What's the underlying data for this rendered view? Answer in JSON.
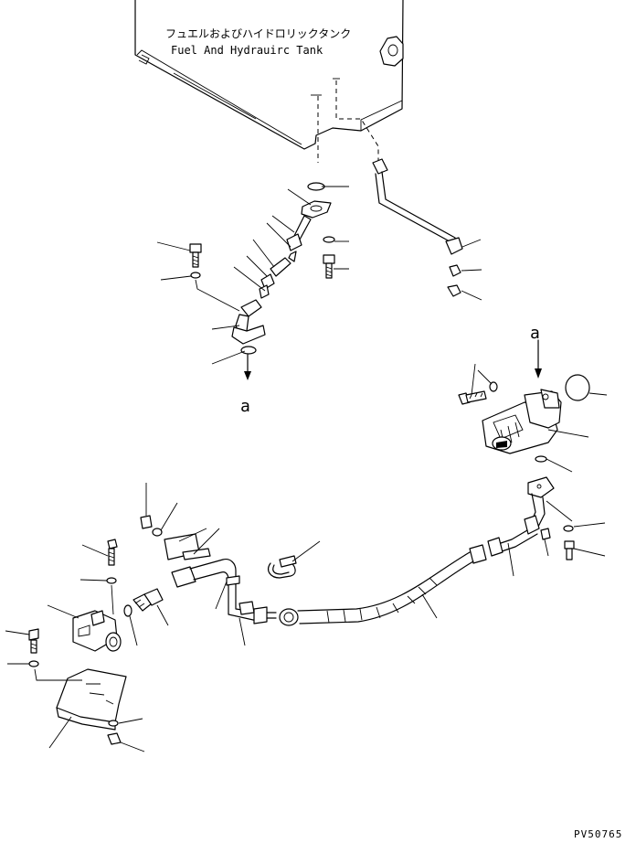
{
  "tank_label_jp": "フュエルおよびハイドロリックタンク",
  "tank_label_en": "Fuel And Hydrauirc Tank",
  "ref_marks": {
    "top": "a",
    "pump": "a"
  },
  "drawing_code": "PV50765"
}
